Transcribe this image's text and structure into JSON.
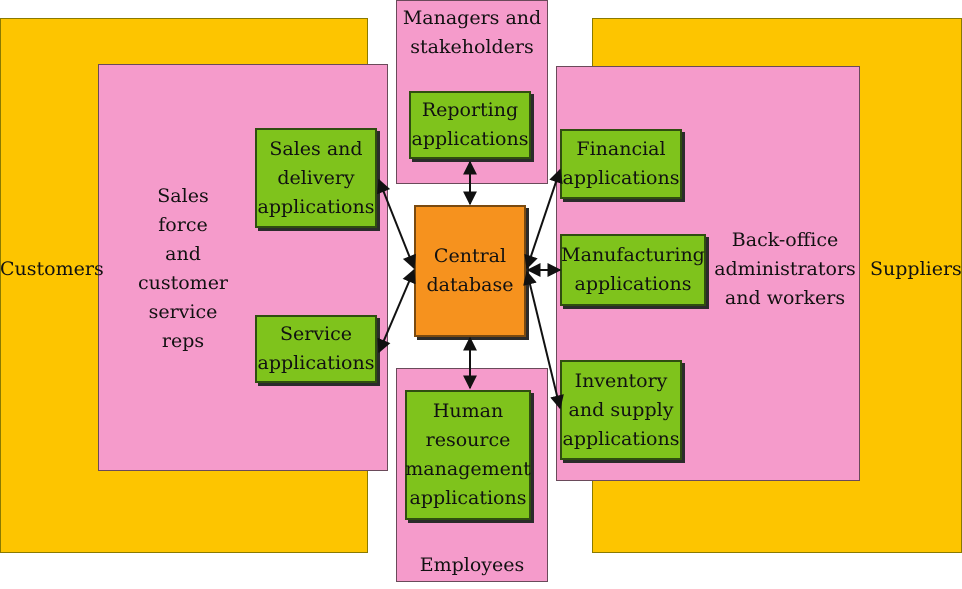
{
  "regions": {
    "customers": "Customers",
    "suppliers": "Suppliers",
    "sales_force": "Sales\nforce\nand\ncustomer\nservice\nreps",
    "managers": "Managers and\nstakeholders",
    "employees": "Employees",
    "back_office": "Back-office\nadministrators\nand workers"
  },
  "applications": {
    "sales_delivery": "Sales and\ndelivery\napplications",
    "service": "Service\napplications",
    "reporting": "Reporting\napplications",
    "human_resource": "Human\nresource\nmanagement\napplications",
    "financial": "Financial\napplications",
    "manufacturing": "Manufacturing\napplications",
    "inventory": "Inventory\nand supply\napplications"
  },
  "center": {
    "label": "Central\ndatabase"
  },
  "colors": {
    "outer": "#FDC500",
    "group": "#F59BCB",
    "application": "#7FC31C",
    "database": "#F6921E"
  }
}
